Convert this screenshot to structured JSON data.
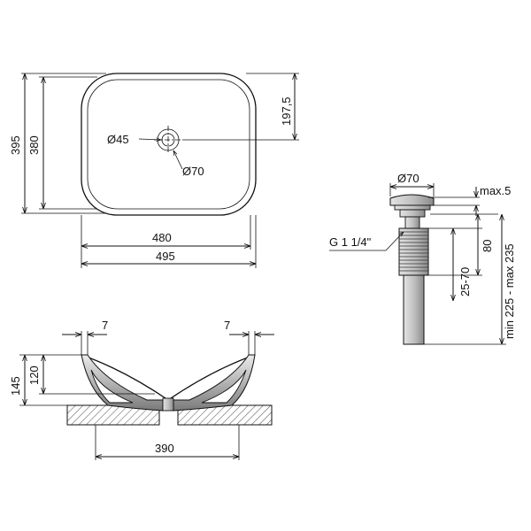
{
  "top_view": {
    "dim_width_inner": "480",
    "dim_width_outer": "495",
    "dim_depth_outer": "395",
    "dim_depth_inner": "380",
    "dim_center": "197,5",
    "dim_hole_inner": "Ø45",
    "dim_hole_outer": "Ø70"
  },
  "section_view": {
    "dim_rim_left": "7",
    "dim_rim_right": "7",
    "dim_height_total": "145",
    "dim_height_bowl": "120",
    "dim_base": "390"
  },
  "drain_view": {
    "dim_cap_diameter": "Ø70",
    "dim_cap_height": "max.5",
    "dim_thread": "G 1 1/4\"",
    "dim_body": "80",
    "dim_adjust": "25-70",
    "dim_total_range": "min 225 - max 235"
  }
}
